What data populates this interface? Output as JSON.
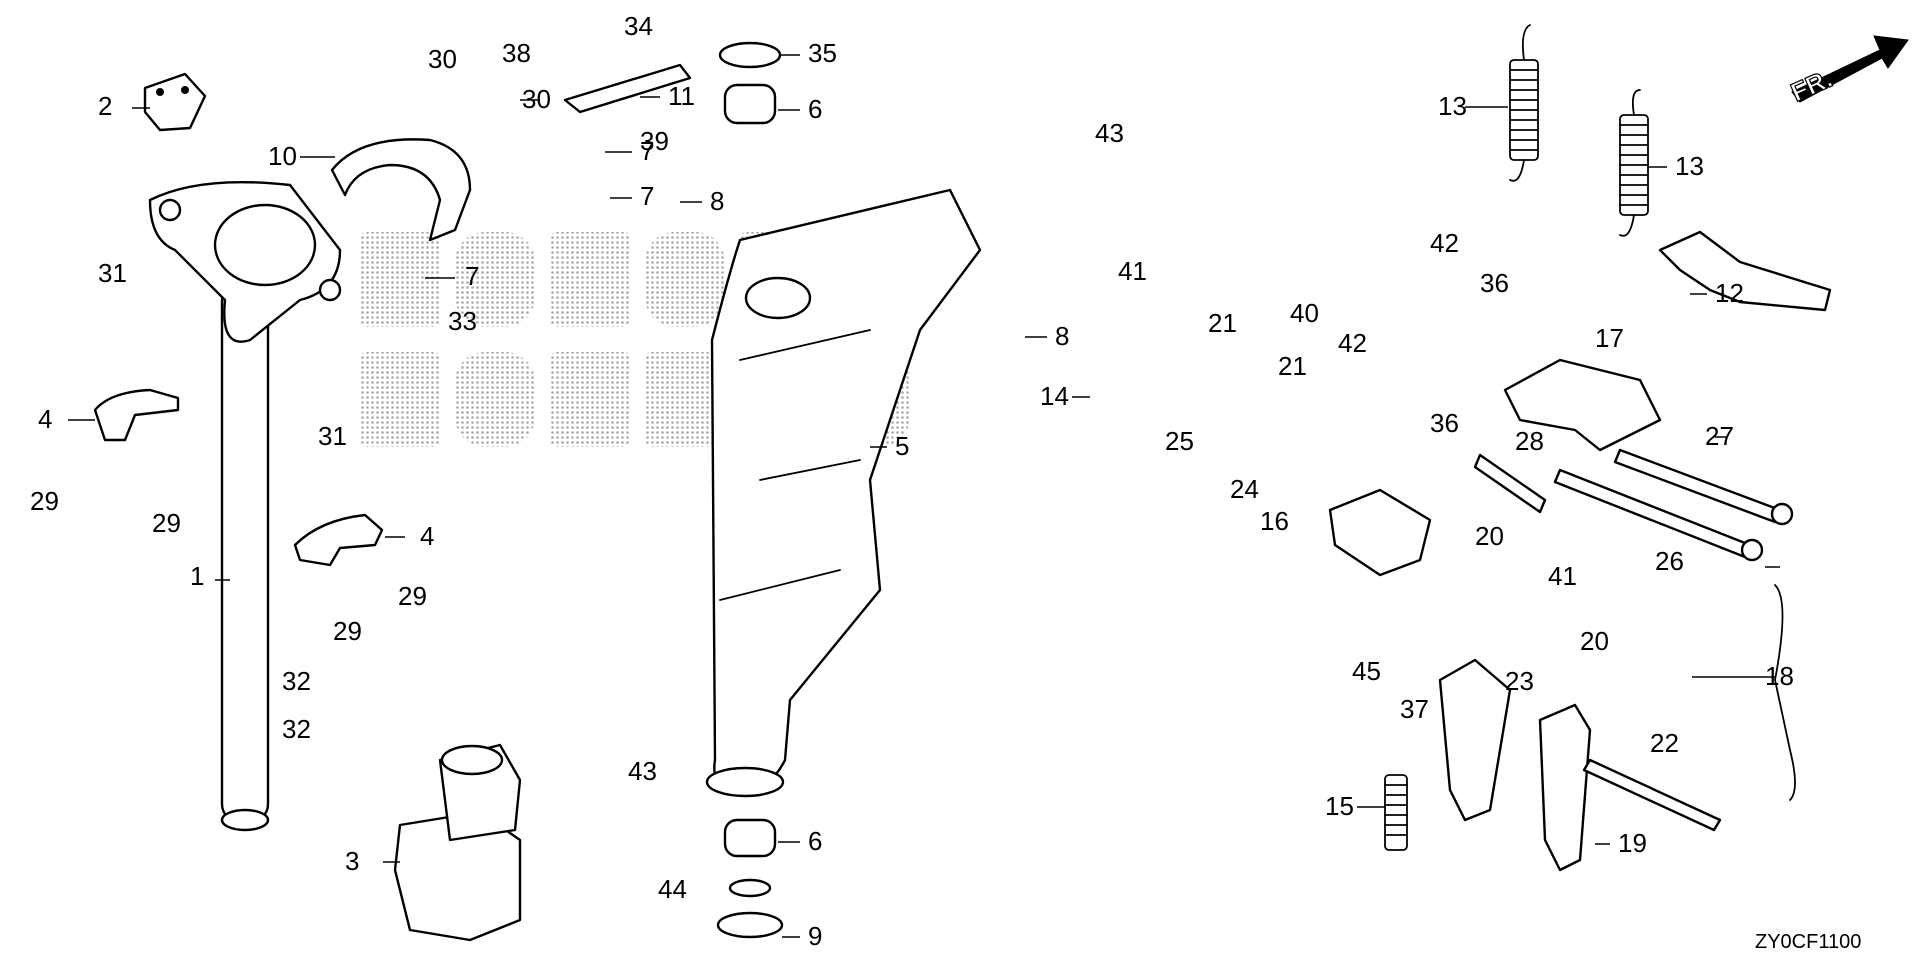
{
  "diagram": {
    "code": "ZY0CF1100",
    "direction_label": "FR.",
    "watermark": "HONDA MARINE",
    "colors": {
      "ink": "#000000",
      "paper": "#ffffff",
      "watermark": "#9a9a9a"
    },
    "callouts": [
      "1",
      "2",
      "3",
      "4",
      "4",
      "5",
      "6",
      "6",
      "7",
      "7",
      "7",
      "8",
      "8",
      "9",
      "10",
      "11",
      "12",
      "13",
      "13",
      "14",
      "15",
      "16",
      "17",
      "18",
      "19",
      "20",
      "20",
      "21",
      "21",
      "22",
      "23",
      "24",
      "25",
      "26",
      "27",
      "28",
      "29",
      "29",
      "29",
      "29",
      "30",
      "30",
      "31",
      "31",
      "32",
      "32",
      "33",
      "34",
      "35",
      "36",
      "36",
      "37",
      "38",
      "39",
      "40",
      "41",
      "41",
      "42",
      "42",
      "43",
      "43",
      "44",
      "45"
    ]
  }
}
